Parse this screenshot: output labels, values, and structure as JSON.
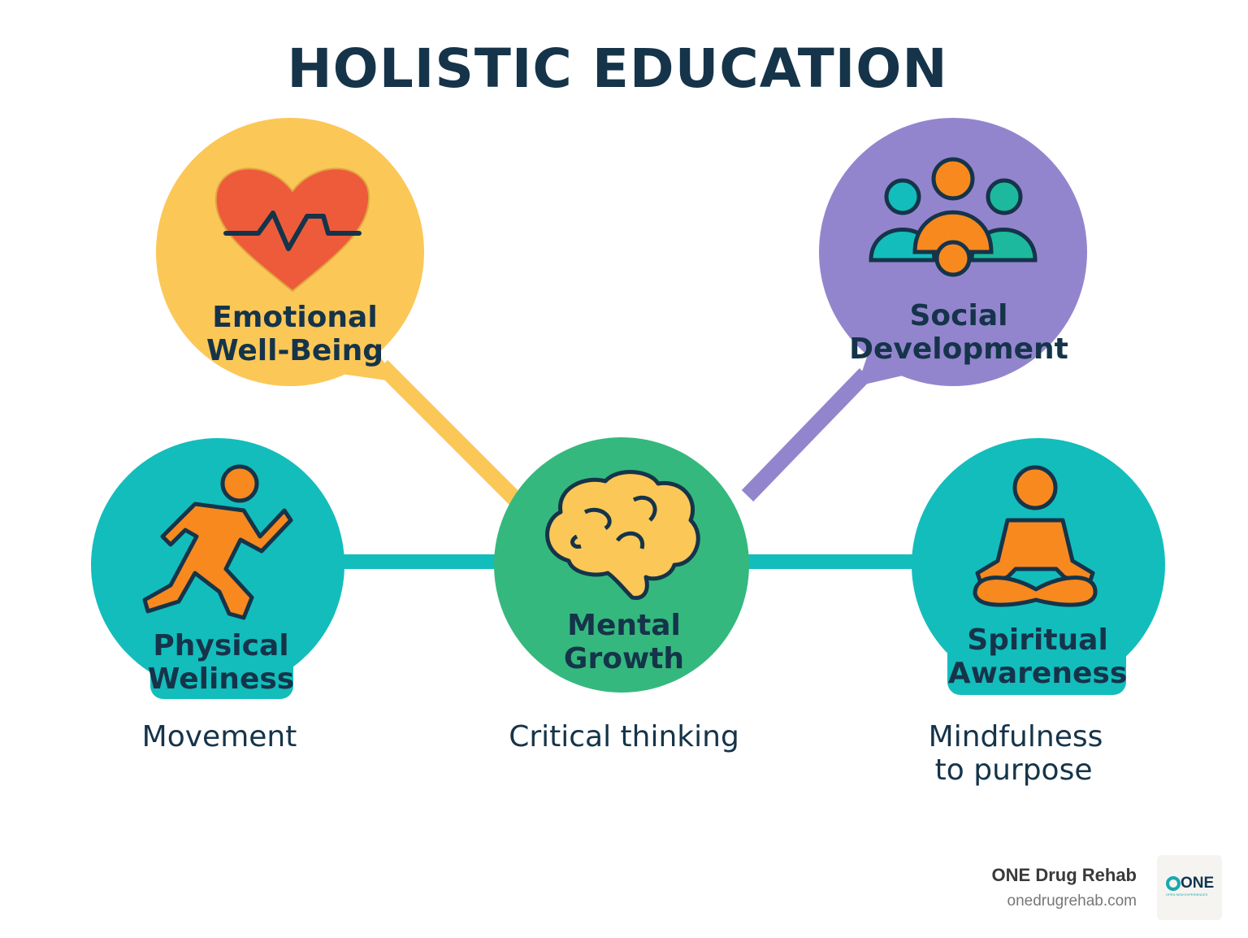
{
  "title": "HOLISTIC EDUCATION",
  "colors": {
    "title": "#15344a",
    "emotional": "#FBC757",
    "social": "#9385CD",
    "physical": "#13BDBC",
    "mental": "#35B87E",
    "spiritual": "#13BDBC",
    "icon_orange": "#F7891F",
    "heart": "#EE5B3B"
  },
  "nodes": {
    "emotional": {
      "line1": "Emotional",
      "line2": "Well-Being",
      "icon": "heart-pulse-icon"
    },
    "social": {
      "line1": "Social",
      "line2": "Development",
      "icon": "people-group-icon"
    },
    "physical": {
      "line1": "Physical",
      "line2": "Weliness",
      "icon": "runner-icon",
      "caption": "Movement"
    },
    "mental": {
      "line1": "Mental",
      "line2": "Growth",
      "icon": "brain-icon",
      "caption": "Critical thinking"
    },
    "spiritual": {
      "line1": "Spiritual",
      "line2": "Awareness",
      "icon": "meditation-icon",
      "caption_line1": "Mindfulness",
      "caption_line2": "to purpose"
    }
  },
  "footer": {
    "brand": "ONE Drug Rehab",
    "url": "onedrugrehab.com",
    "logo_text": "ONE",
    "logo_tagline": "OPEN NEW EXPERIENCES"
  }
}
